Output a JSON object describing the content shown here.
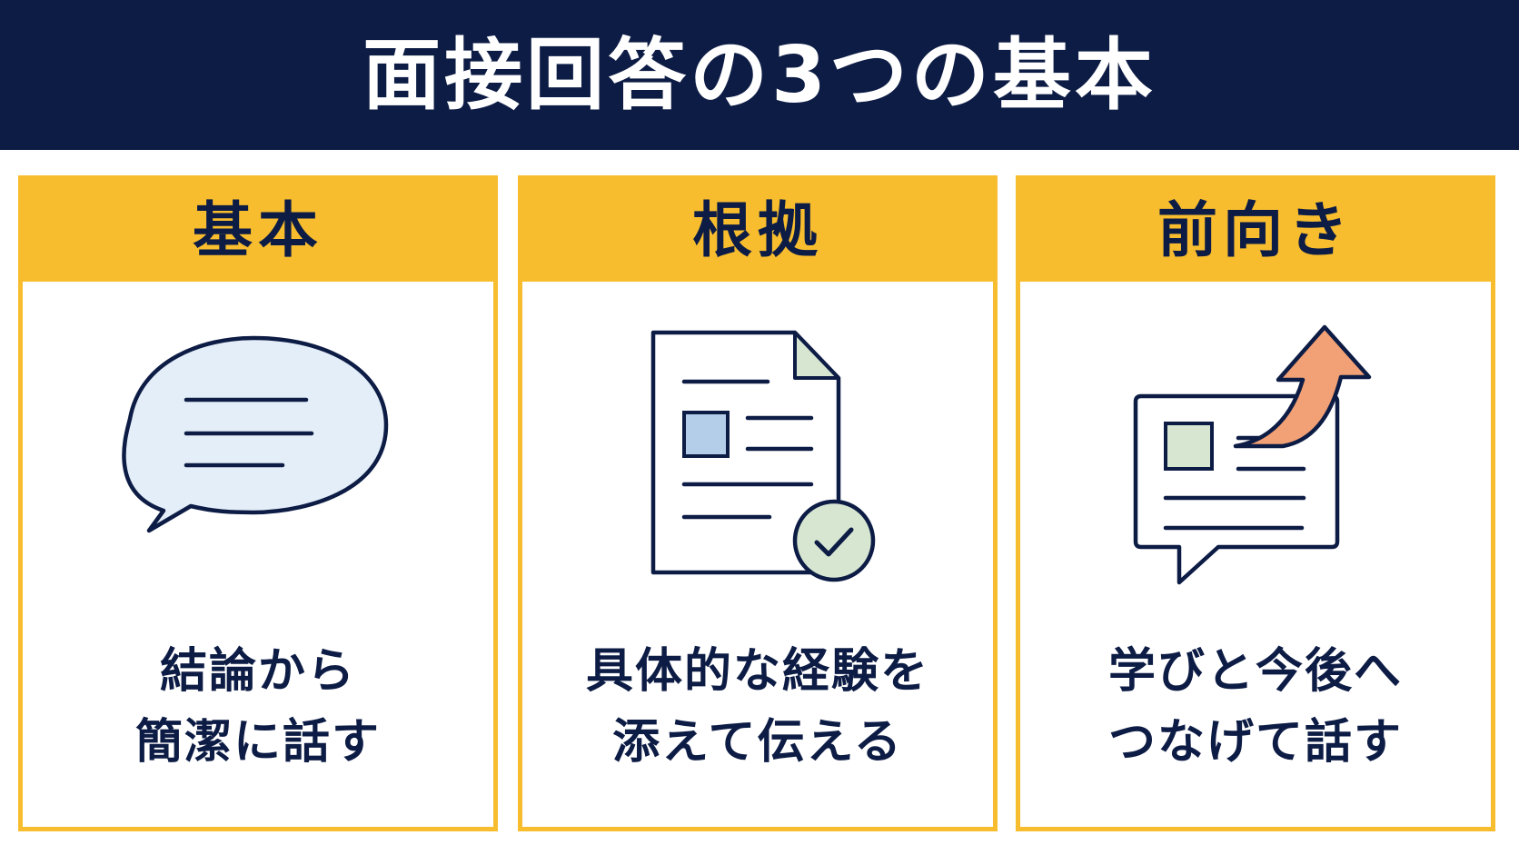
{
  "title": "面接回答の3つの基本",
  "cards": [
    {
      "heading": "基本",
      "icon": "speech-bubble-icon",
      "caption_lines": [
        "結論から",
        "簡潔に話す"
      ]
    },
    {
      "heading": "根拠",
      "icon": "document-check-icon",
      "caption_lines": [
        "具体的な経験を",
        "添えて伝える"
      ]
    },
    {
      "heading": "前向き",
      "icon": "growth-arrow-icon",
      "caption_lines": [
        "学びと今後へ",
        "つなげて話す"
      ]
    }
  ],
  "colors": {
    "title_bar": "#0d1c45",
    "accent": "#f7bd2e",
    "text": "#0d1c45",
    "bubble_fill": "#e4eef9",
    "doc_box_fill": "#b4cde8",
    "check_fill": "#d6e6d0",
    "arrow_fill": "#f2a075"
  }
}
